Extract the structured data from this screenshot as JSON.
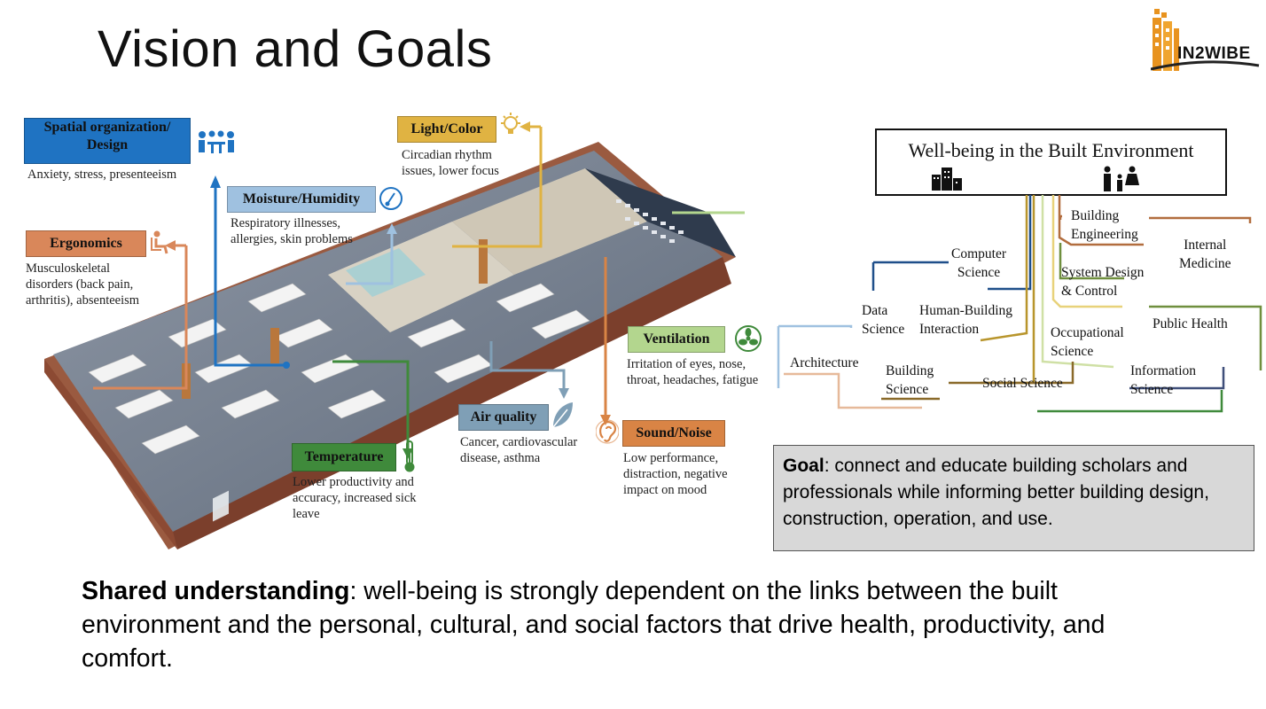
{
  "slide": {
    "title": "Vision and Goals",
    "logo_text": "IN2WIBE"
  },
  "factors": [
    {
      "id": "spatial",
      "label_line1": "Spatial organization/",
      "label_line2": "Design",
      "desc": [
        "Anxiety, stress, presenteeism"
      ],
      "color": "#1f73c2",
      "icon": "meeting-people-icon"
    },
    {
      "id": "ergonomics",
      "label_line1": "Ergonomics",
      "desc": [
        "Musculoskeletal",
        "disorders (back pain,",
        "arthritis), absenteeism"
      ],
      "color": "#d9875a",
      "icon": "seated-person-icon"
    },
    {
      "id": "moisture",
      "label_line1": "Moisture/Humidity",
      "desc": [
        "Respiratory illnesses,",
        "allergies, skin problems"
      ],
      "color": "#9fc1e0",
      "icon": "hygrometer-icon"
    },
    {
      "id": "light",
      "label_line1": "Light/Color",
      "desc": [
        "Circadian rhythm",
        "issues, lower focus"
      ],
      "color": "#e0b342",
      "icon": "lightbulb-icon"
    },
    {
      "id": "ventilation",
      "label_line1": "Ventilation",
      "desc": [
        "Irritation of eyes, nose,",
        "throat, headaches, fatigue"
      ],
      "color": "#b3d68e",
      "icon": "fan-icon"
    },
    {
      "id": "temperature",
      "label_line1": "Temperature",
      "desc": [
        "Lower productivity and",
        "accuracy, increased sick",
        "leave"
      ],
      "color": "#3f8a3b",
      "icon": "thermometer-icon"
    },
    {
      "id": "air",
      "label_line1": "Air quality",
      "desc": [
        "Cancer, cardiovascular",
        "disease, asthma"
      ],
      "color": "#7f9fb6",
      "icon": "leaf-icon"
    },
    {
      "id": "sound",
      "label_line1": "Sound/Noise",
      "desc": [
        "Low performance,",
        "distraction, negative",
        "impact on mood"
      ],
      "color": "#d98445",
      "icon": "ear-icon"
    }
  ],
  "wellbeing": {
    "title": "Well-being in the Built Environment",
    "disciplines": [
      {
        "id": "computer-science",
        "lines": [
          "Computer",
          "Science"
        ]
      },
      {
        "id": "building-engineering",
        "lines": [
          "Building",
          "Engineering"
        ]
      },
      {
        "id": "internal-medicine",
        "lines": [
          "Internal",
          "Medicine"
        ]
      },
      {
        "id": "system-design",
        "lines": [
          "System Design",
          "& Control"
        ]
      },
      {
        "id": "data-science",
        "lines": [
          "Data",
          "Science"
        ]
      },
      {
        "id": "human-building",
        "lines": [
          "Human-Building",
          "Interaction"
        ]
      },
      {
        "id": "public-health",
        "lines": [
          "Public  Health"
        ]
      },
      {
        "id": "occupational-science",
        "lines": [
          "Occupational",
          "Science"
        ]
      },
      {
        "id": "architecture",
        "lines": [
          "Architecture"
        ]
      },
      {
        "id": "building-science",
        "lines": [
          "Building",
          "Science"
        ]
      },
      {
        "id": "social-science",
        "lines": [
          "Social Science"
        ]
      },
      {
        "id": "information-science",
        "lines": [
          "Information",
          "Science"
        ]
      }
    ]
  },
  "goal": {
    "lead": "Goal",
    "text": ": connect and educate building scholars and professionals while informing better building design, construction, operation, and use."
  },
  "shared": {
    "lead": "Shared understanding",
    "text": ": well-being is strongly dependent on the links between the built environment and the personal, cultural, and social factors that drive health, productivity, and comfort."
  }
}
